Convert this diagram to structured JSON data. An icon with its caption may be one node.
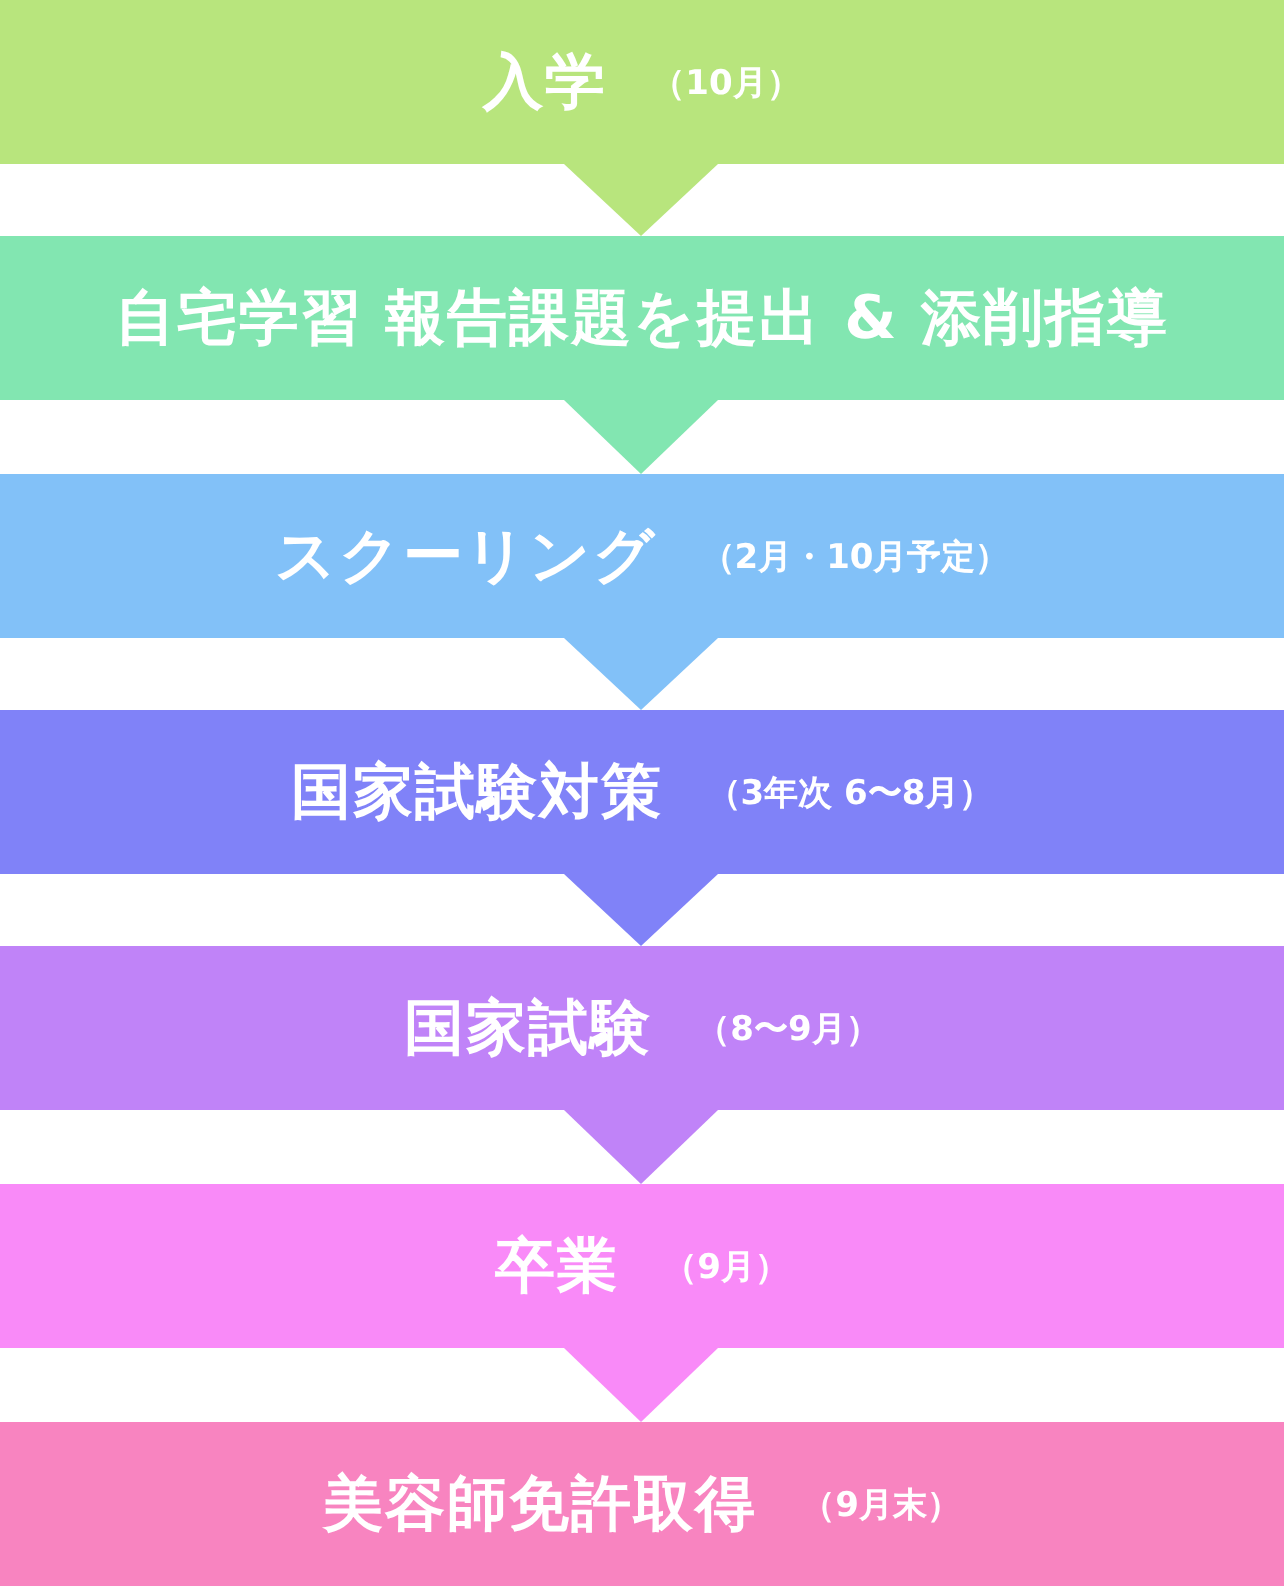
{
  "diagram": {
    "nodes": [
      {
        "text": [
          "入学",
          "（10月）"
        ]
      },
      {
        "text": [
          "自宅学習 報告課題を提出 & 添削指導"
        ]
      },
      {
        "text": [
          "スクーリング",
          "（2月・10月予定）"
        ]
      },
      {
        "text": [
          "国家試験対策",
          "（3年次 6〜8月）"
        ]
      },
      {
        "text": [
          "国家試験",
          "（8〜9月）"
        ]
      },
      {
        "text": [
          "卒業",
          "（9月）"
        ]
      },
      {
        "text": [
          "美容師免許取得",
          "（9月末）"
        ]
      }
    ],
    "edges": [
      {
        "from": 0,
        "to": 1,
        "arrow": "to"
      },
      {
        "from": 1,
        "to": 2,
        "arrow": "to"
      },
      {
        "from": 2,
        "to": 3,
        "arrow": "to"
      },
      {
        "from": 3,
        "to": 4,
        "arrow": "to"
      },
      {
        "from": 4,
        "to": 5,
        "arrow": "to"
      },
      {
        "from": 5,
        "to": 6,
        "arrow": "to"
      }
    ]
  }
}
